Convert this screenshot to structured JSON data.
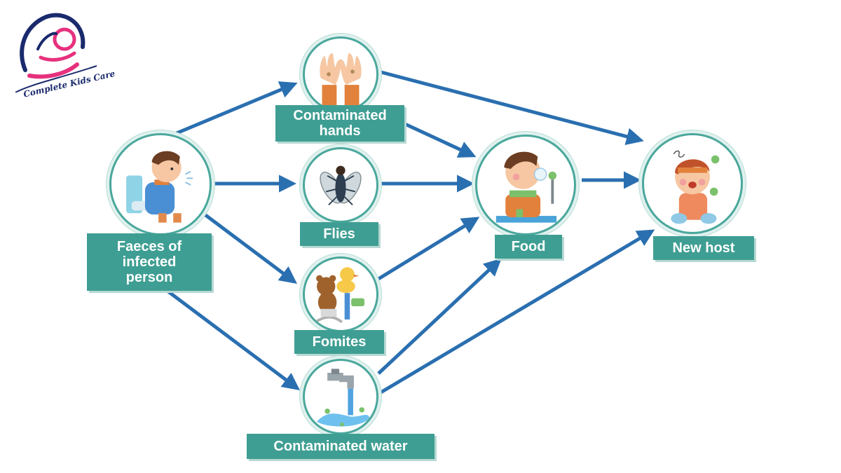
{
  "logo": {
    "text": "Complete Kids Care"
  },
  "nodes": {
    "faeces": {
      "line1": "Faeces of",
      "line2": "infected",
      "line3": "person"
    },
    "hands": {
      "line1": "Contaminated",
      "line2": "hands"
    },
    "flies": {
      "label": "Flies"
    },
    "fomites": {
      "label": "Fomites"
    },
    "water": {
      "label": "Contaminated water"
    },
    "food": {
      "label": "Food"
    },
    "new_host": {
      "label": "New host"
    }
  },
  "edges": [
    {
      "from": "faeces",
      "to": "hands"
    },
    {
      "from": "faeces",
      "to": "flies"
    },
    {
      "from": "faeces",
      "to": "fomites"
    },
    {
      "from": "faeces",
      "to": "water"
    },
    {
      "from": "hands",
      "to": "food"
    },
    {
      "from": "hands",
      "to": "new_host"
    },
    {
      "from": "flies",
      "to": "food"
    },
    {
      "from": "fomites",
      "to": "food"
    },
    {
      "from": "water",
      "to": "food"
    },
    {
      "from": "water",
      "to": "new_host"
    },
    {
      "from": "food",
      "to": "new_host"
    }
  ],
  "colors": {
    "arrow": "#2a6fb0",
    "label_bg": "#3f9e93",
    "circle_border": "#4aa79c",
    "logo_primary": "#e6317d",
    "logo_secondary": "#1a2a6c"
  }
}
